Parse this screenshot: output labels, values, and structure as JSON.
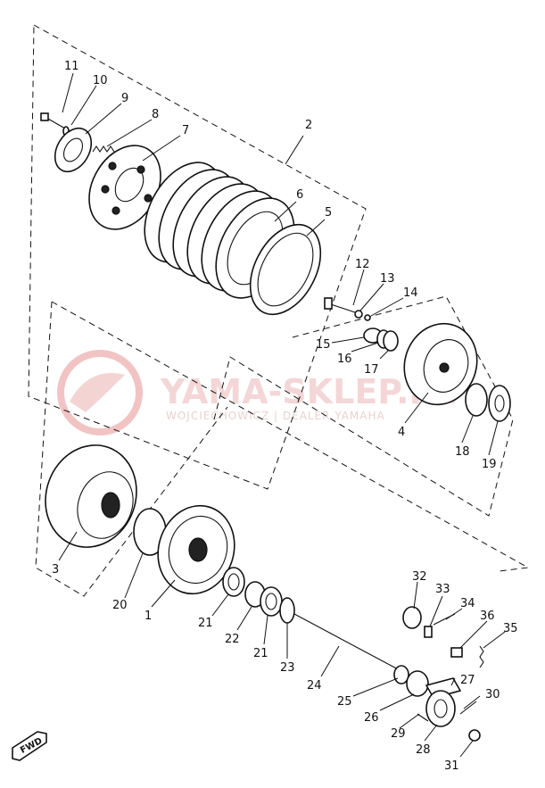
{
  "watermark": {
    "brand": "YAMA-SKLEP.PL",
    "sub": "WOJCIECHOWICZ | DEALER YAMAHA"
  },
  "direction_marker": "FWD",
  "callouts": {
    "c1": "1",
    "c2": "2",
    "c3": "3",
    "c4": "4",
    "c5": "5",
    "c6": "6",
    "c7": "7",
    "c8": "8",
    "c9": "9",
    "c10": "10",
    "c11": "11",
    "c12": "12",
    "c13": "13",
    "c14": "14",
    "c15": "15",
    "c16": "16",
    "c17": "17",
    "c18": "18",
    "c19": "19",
    "c20": "20",
    "c21a": "21",
    "c21b": "21",
    "c22": "22",
    "c23": "23",
    "c24": "24",
    "c25": "25",
    "c26": "26",
    "c27": "27",
    "c28": "28",
    "c29": "29",
    "c30": "30",
    "c31": "31",
    "c32": "32",
    "c33": "33",
    "c34": "34",
    "c35": "35",
    "c36": "36"
  },
  "colors": {
    "ink": "#111111",
    "watermark": "#e9a7a7"
  }
}
